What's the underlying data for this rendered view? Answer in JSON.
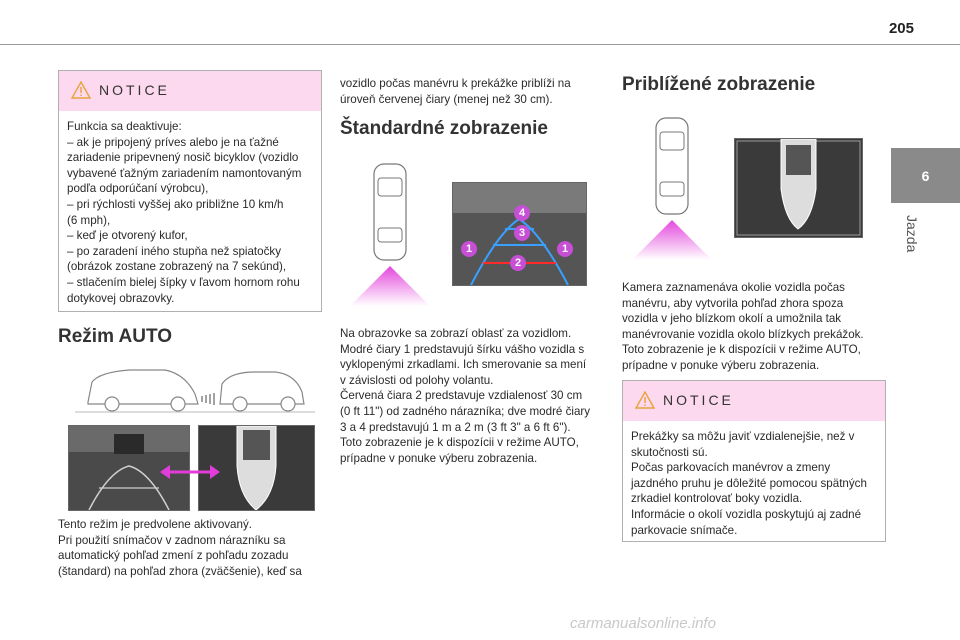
{
  "page_number": "205",
  "side_tab": {
    "number": "6",
    "label": "Jazda"
  },
  "notice1": {
    "title": "NOTICE",
    "lines": [
      "Funkcia sa deaktivuje:",
      "– ak je pripojený príves alebo je na ťažné",
      "zariadenie pripevnený nosič bicyklov (vozidlo",
      "vybavené ťažným zariadením namontovaným",
      "podľa odporúčaní výrobcu),",
      "– pri rýchlosti vyššej ako približne 10 km/h",
      "(6 mph),",
      "– keď je otvorený kufor,",
      "– po zaradení iného stupňa než spiatočky",
      "(obrázok zostane zobrazený na 7 sekúnd),",
      "– stlačením bielej šípky v ľavom hornom rohu",
      "dotykovej obrazovky."
    ]
  },
  "auto": {
    "heading": "Režim AUTO",
    "lines": [
      "Tento režim je predvolene aktivovaný.",
      "Pri použití snímačov v zadnom nárazníku sa",
      "automatický pohľad zmení z pohľadu zozadu",
      "(štandard) na pohľad zhora (zväčšenie), keď sa"
    ]
  },
  "col2_top": {
    "lines": [
      "vozidlo počas manévru k prekážke priblíži na",
      "úroveň červenej čiary (menej než 30 cm)."
    ]
  },
  "standard": {
    "heading": "Štandardné zobrazenie",
    "markers": [
      "4",
      "3",
      "1",
      "2",
      "1"
    ],
    "lines": [
      "Na obrazovke sa zobrazí oblasť za vozidlom.",
      "Modré čiary 1 predstavujú šírku vášho vozidla s",
      "vyklopenými zrkadlami. Ich smerovanie sa mení",
      "v závislosti od polohy volantu.",
      "Červená čiara 2 predstavuje vzdialenosť 30 cm",
      "(0 ft 11\") od zadného nárazníka; dve modré čiary",
      "3 a 4 predstavujú 1 m a 2 m (3 ft 3\" a 6 ft 6\").",
      "Toto zobrazenie je k dispozícii v režime AUTO,",
      "prípadne v ponuke výberu zobrazenia."
    ]
  },
  "zoom": {
    "heading": "Priblížené zobrazenie",
    "lines": [
      "Kamera zaznamenáva okolie vozidla počas",
      "manévru, aby vytvorila pohľad zhora spoza",
      "vozidla v jeho blízkom okolí a umožnila tak",
      "manévrovanie vozidla okolo blízkych prekážok.",
      "Toto zobrazenie je k dispozícii v režime AUTO,",
      "prípadne v ponuke výberu zobrazenia."
    ]
  },
  "notice2": {
    "title": "NOTICE",
    "lines": [
      "Prekážky sa môžu javiť vzdialenejšie, než v",
      "skutočnosti sú.",
      "Počas parkovacích manévrov a zmeny",
      "jazdného pruhu je dôležité pomocou spätných",
      "zrkadiel kontrolovať boky vozidla.",
      "Informácie o okolí vozidla poskytujú aj zadné",
      "parkovacie snímače."
    ]
  },
  "watermark": "carmanualsonline.info",
  "colors": {
    "notice_header": "#fcd9ee",
    "magenta": "#e23ddb",
    "tab": "#8a8a8a"
  }
}
